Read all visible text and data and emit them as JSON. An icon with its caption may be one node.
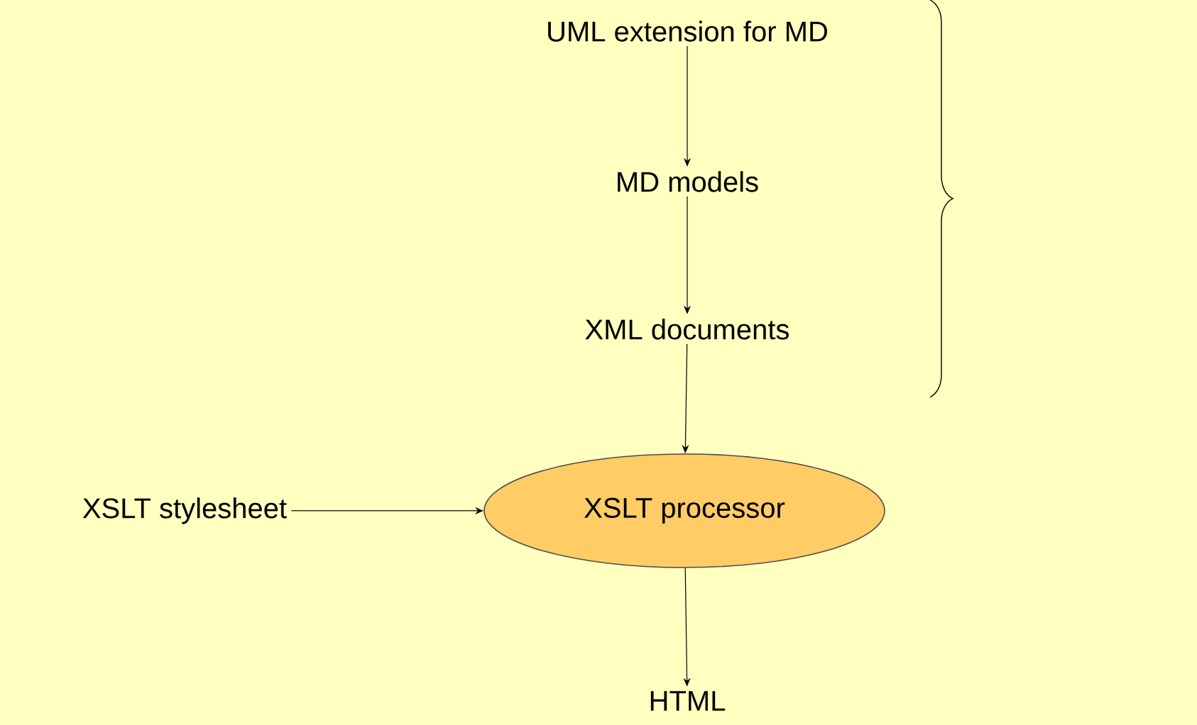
{
  "diagram": {
    "nodes": [
      {
        "text": [
          "UML extension for MD"
        ]
      },
      {
        "text": [
          "MD models"
        ]
      },
      {
        "text": [
          "XML documents"
        ]
      },
      {
        "text": [
          "XSLT stylesheet"
        ]
      },
      {
        "text": [
          "XSLT processor"
        ]
      },
      {
        "text": [
          "HTML"
        ]
      }
    ],
    "edges": [
      {
        "from": 0,
        "to": 1,
        "arrow": "to"
      },
      {
        "from": 1,
        "to": 2,
        "arrow": "to"
      },
      {
        "from": 2,
        "to": 4,
        "arrow": "to"
      },
      {
        "from": 3,
        "to": 4,
        "arrow": "to"
      },
      {
        "from": 4,
        "to": 5,
        "arrow": "to"
      }
    ]
  }
}
